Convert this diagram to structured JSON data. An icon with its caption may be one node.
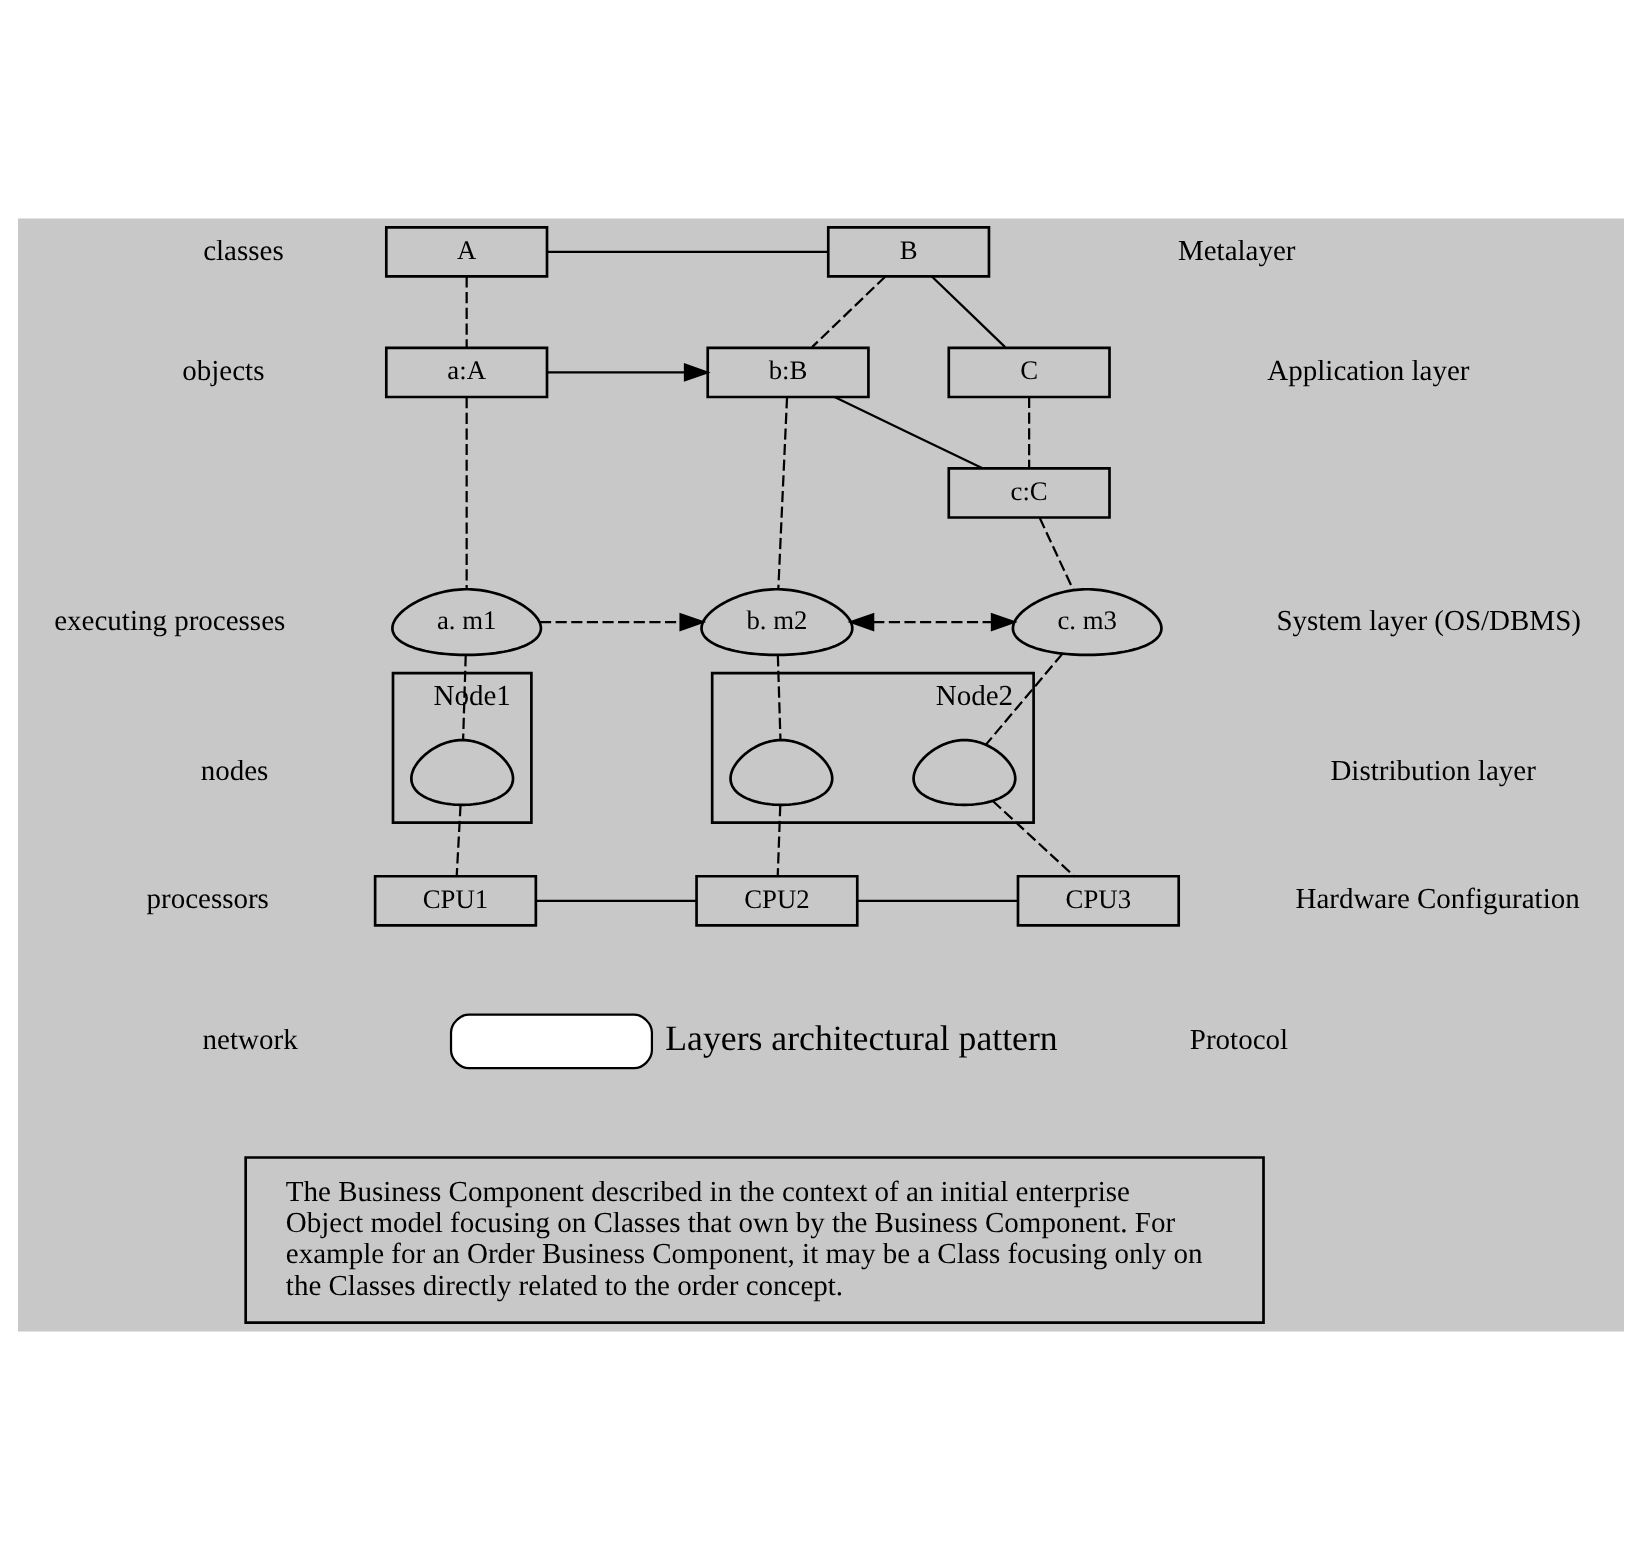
{
  "diagram": {
    "nodes": [
      {
        "text": [
          "A"
        ]
      },
      {
        "text": [
          "B"
        ]
      },
      {
        "text": [
          "C"
        ]
      },
      {
        "text": [
          "a:A"
        ]
      },
      {
        "text": [
          "b:B"
        ]
      },
      {
        "text": [
          "c:C"
        ]
      },
      {
        "text": [
          "a. m1"
        ]
      },
      {
        "text": [
          "b. m2"
        ]
      },
      {
        "text": [
          "c. m3"
        ]
      },
      {
        "text": [
          "Node1"
        ]
      },
      {
        "text": [],
        "shape": "cloud",
        "in": 9
      },
      {
        "text": [
          "Node2"
        ]
      },
      {
        "text": [],
        "shape": "cloud",
        "in": 11
      },
      {
        "text": [],
        "shape": "cloud",
        "in": 11
      },
      {
        "text": [
          "CPU1"
        ]
      },
      {
        "text": [
          "CPU2"
        ]
      },
      {
        "text": [
          "CPU3"
        ]
      },
      {
        "text": [
          "The Business Component described in the context of an initial enterprise Object model focusing on Classes that own by the Business Component. For example for an Order Business Component, it may be a Class focusing only on the Classes directly related to the order concept."
        ]
      }
    ],
    "edges": [
      {
        "from": 0,
        "to": 1,
        "arrow": "none"
      },
      {
        "from": 1,
        "to": 2,
        "arrow": "none"
      },
      {
        "from": 0,
        "to": 3,
        "arrow": "none",
        "style": "dashed"
      },
      {
        "from": 1,
        "to": 4,
        "arrow": "none",
        "style": "dashed"
      },
      {
        "from": 2,
        "to": 5,
        "arrow": "none",
        "style": "dashed"
      },
      {
        "from": 3,
        "to": 4,
        "arrow": "to"
      },
      {
        "from": 4,
        "to": 5,
        "arrow": "none"
      },
      {
        "from": 3,
        "to": 6,
        "arrow": "none",
        "style": "dashed"
      },
      {
        "from": 4,
        "to": 7,
        "arrow": "none",
        "style": "dashed"
      },
      {
        "from": 5,
        "to": 8,
        "arrow": "none",
        "style": "dashed"
      },
      {
        "from": 6,
        "to": 7,
        "arrow": "to",
        "style": "dashed"
      },
      {
        "from": 7,
        "to": 8,
        "arrow": "both",
        "style": "dashed"
      },
      {
        "from": 6,
        "to": 10,
        "arrow": "none",
        "style": "dashed"
      },
      {
        "from": 7,
        "to": 12,
        "arrow": "none",
        "style": "dashed"
      },
      {
        "from": 8,
        "to": 13,
        "arrow": "none",
        "style": "dashed"
      },
      {
        "from": 10,
        "to": 14,
        "arrow": "none",
        "style": "dashed"
      },
      {
        "from": 12,
        "to": 15,
        "arrow": "none",
        "style": "dashed"
      },
      {
        "from": 13,
        "to": 16,
        "arrow": "none",
        "style": "dashed"
      },
      {
        "from": 14,
        "to": 15,
        "arrow": "none"
      },
      {
        "from": 15,
        "to": 16,
        "arrow": "none"
      }
    ],
    "labels": [
      "classes",
      "Metalayer",
      "objects",
      "Application layer",
      "executing processes",
      "System layer (OS/DBMS)",
      "nodes",
      "Distribution layer",
      "processors",
      "Hardware Configuration",
      "network",
      "Protocol"
    ],
    "legend": [
      {
        "text": "Layers architectural pattern",
        "color": "#ffffff"
      }
    ]
  }
}
